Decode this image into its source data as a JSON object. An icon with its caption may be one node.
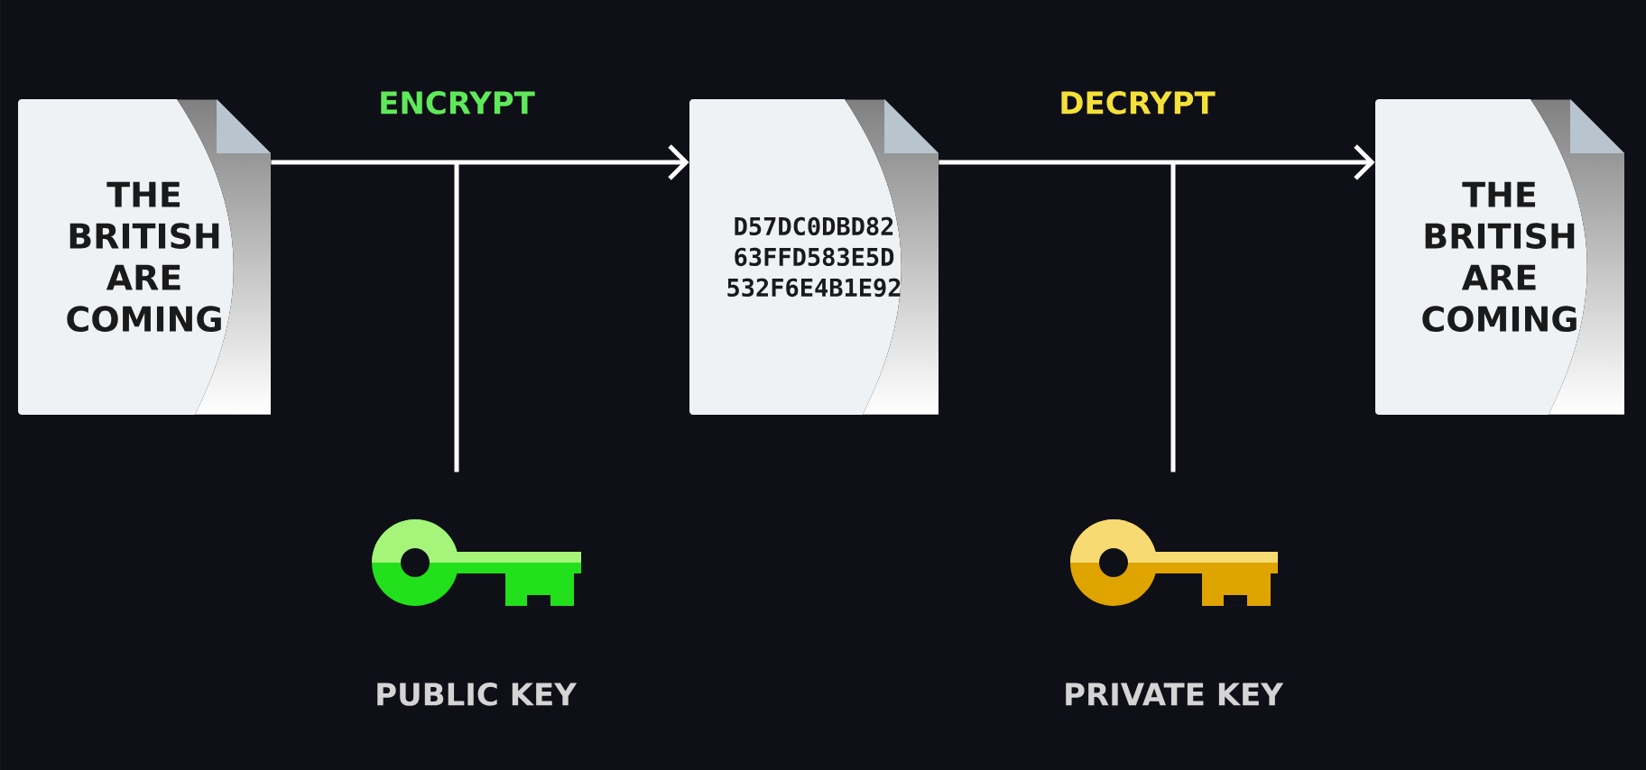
{
  "diagram": {
    "nodes": [
      {
        "text": [
          "THE BRITISH ARE COMING"
        ]
      },
      {
        "text": [
          "D57DC0DBD82 63FFD583E5D 532F6E4B1E92"
        ]
      },
      {
        "text": [
          "THE BRITISH ARE COMING"
        ]
      },
      {
        "text": [],
        "shape": "key",
        "beside": [
          "PUBLIC KEY"
        ]
      },
      {
        "text": [],
        "shape": "key",
        "beside": [
          "PRIVATE KEY"
        ]
      }
    ],
    "edges": [
      {
        "from": 0,
        "to": 1,
        "arrow": "to",
        "label": "ENCRYPT"
      },
      {
        "from": 1,
        "to": 2,
        "arrow": "to",
        "label": "DECRYPT"
      },
      {
        "from": 3,
        "to": null,
        "arrow": "none"
      },
      {
        "from": 4,
        "to": null,
        "arrow": "none"
      }
    ]
  }
}
